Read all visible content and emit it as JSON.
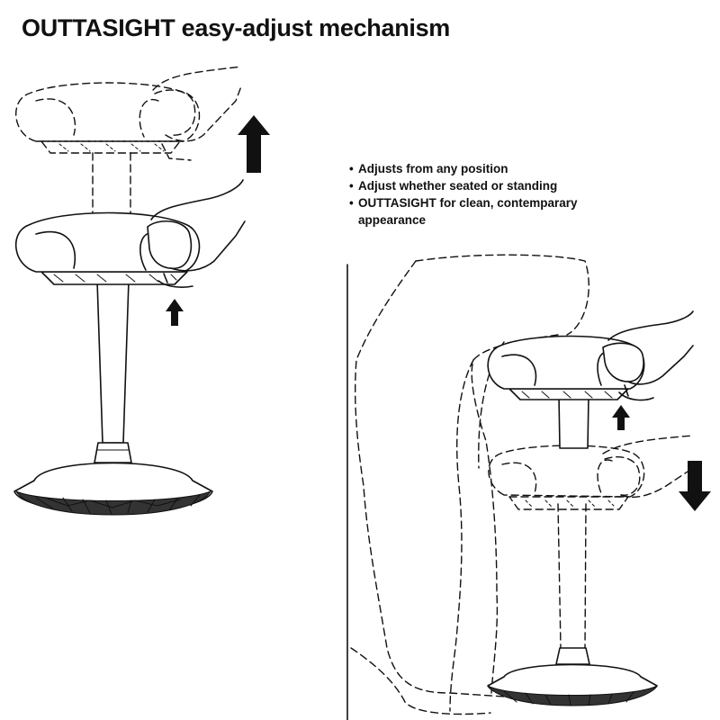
{
  "title": "OUTTASIGHT easy-adjust mechanism",
  "features": [
    "Adjusts from any position",
    "Adjust whether seated or standing",
    "OUTTASIGHT for clean, contemparary appearance"
  ],
  "icons": [
    "up-arrow-icon",
    "down-arrow-icon",
    "hand-icon"
  ],
  "colors": {
    "ink": "#111111",
    "background": "#ffffff"
  }
}
